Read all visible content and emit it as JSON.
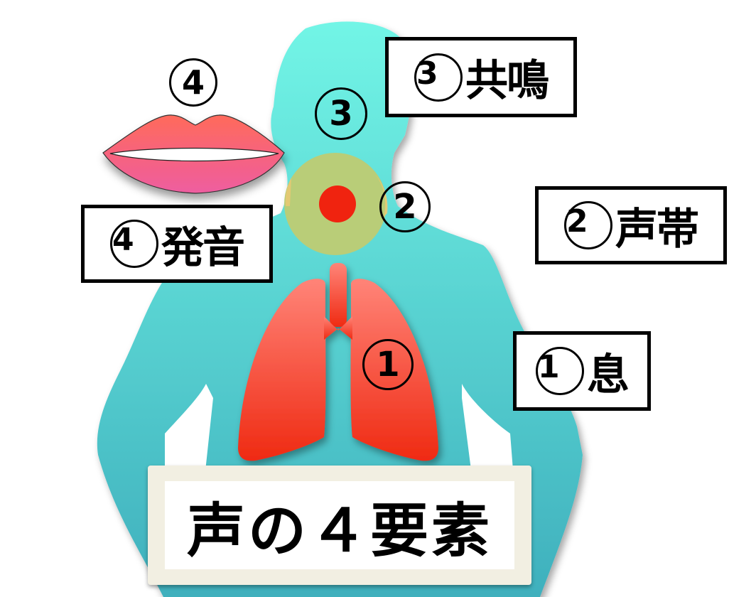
{
  "title": "声の４要素",
  "colors": {
    "body_top": "#72f5e6",
    "body_bottom": "#3fb0bd",
    "lungs_top": "#ff8478",
    "lungs_bottom": "#ef2a12",
    "lips_top": "#ff6a5b",
    "lips_bottom": "#ee5da0",
    "throat_halo": "#b9cd78",
    "vocal_dot": "#f0230f",
    "title_card": "#f2efe2"
  },
  "labels": [
    {
      "id": "breath",
      "number": "1",
      "text": "息"
    },
    {
      "id": "vocal-cords",
      "number": "2",
      "text": "声帯"
    },
    {
      "id": "resonance",
      "number": "3",
      "text": "共鳴"
    },
    {
      "id": "articulation",
      "number": "4",
      "text": "発音"
    }
  ],
  "markers": [
    {
      "id": "lungs-marker",
      "number": "1"
    },
    {
      "id": "throat-marker",
      "number": "2"
    },
    {
      "id": "head-marker",
      "number": "3"
    },
    {
      "id": "lips-marker",
      "number": "4"
    }
  ]
}
